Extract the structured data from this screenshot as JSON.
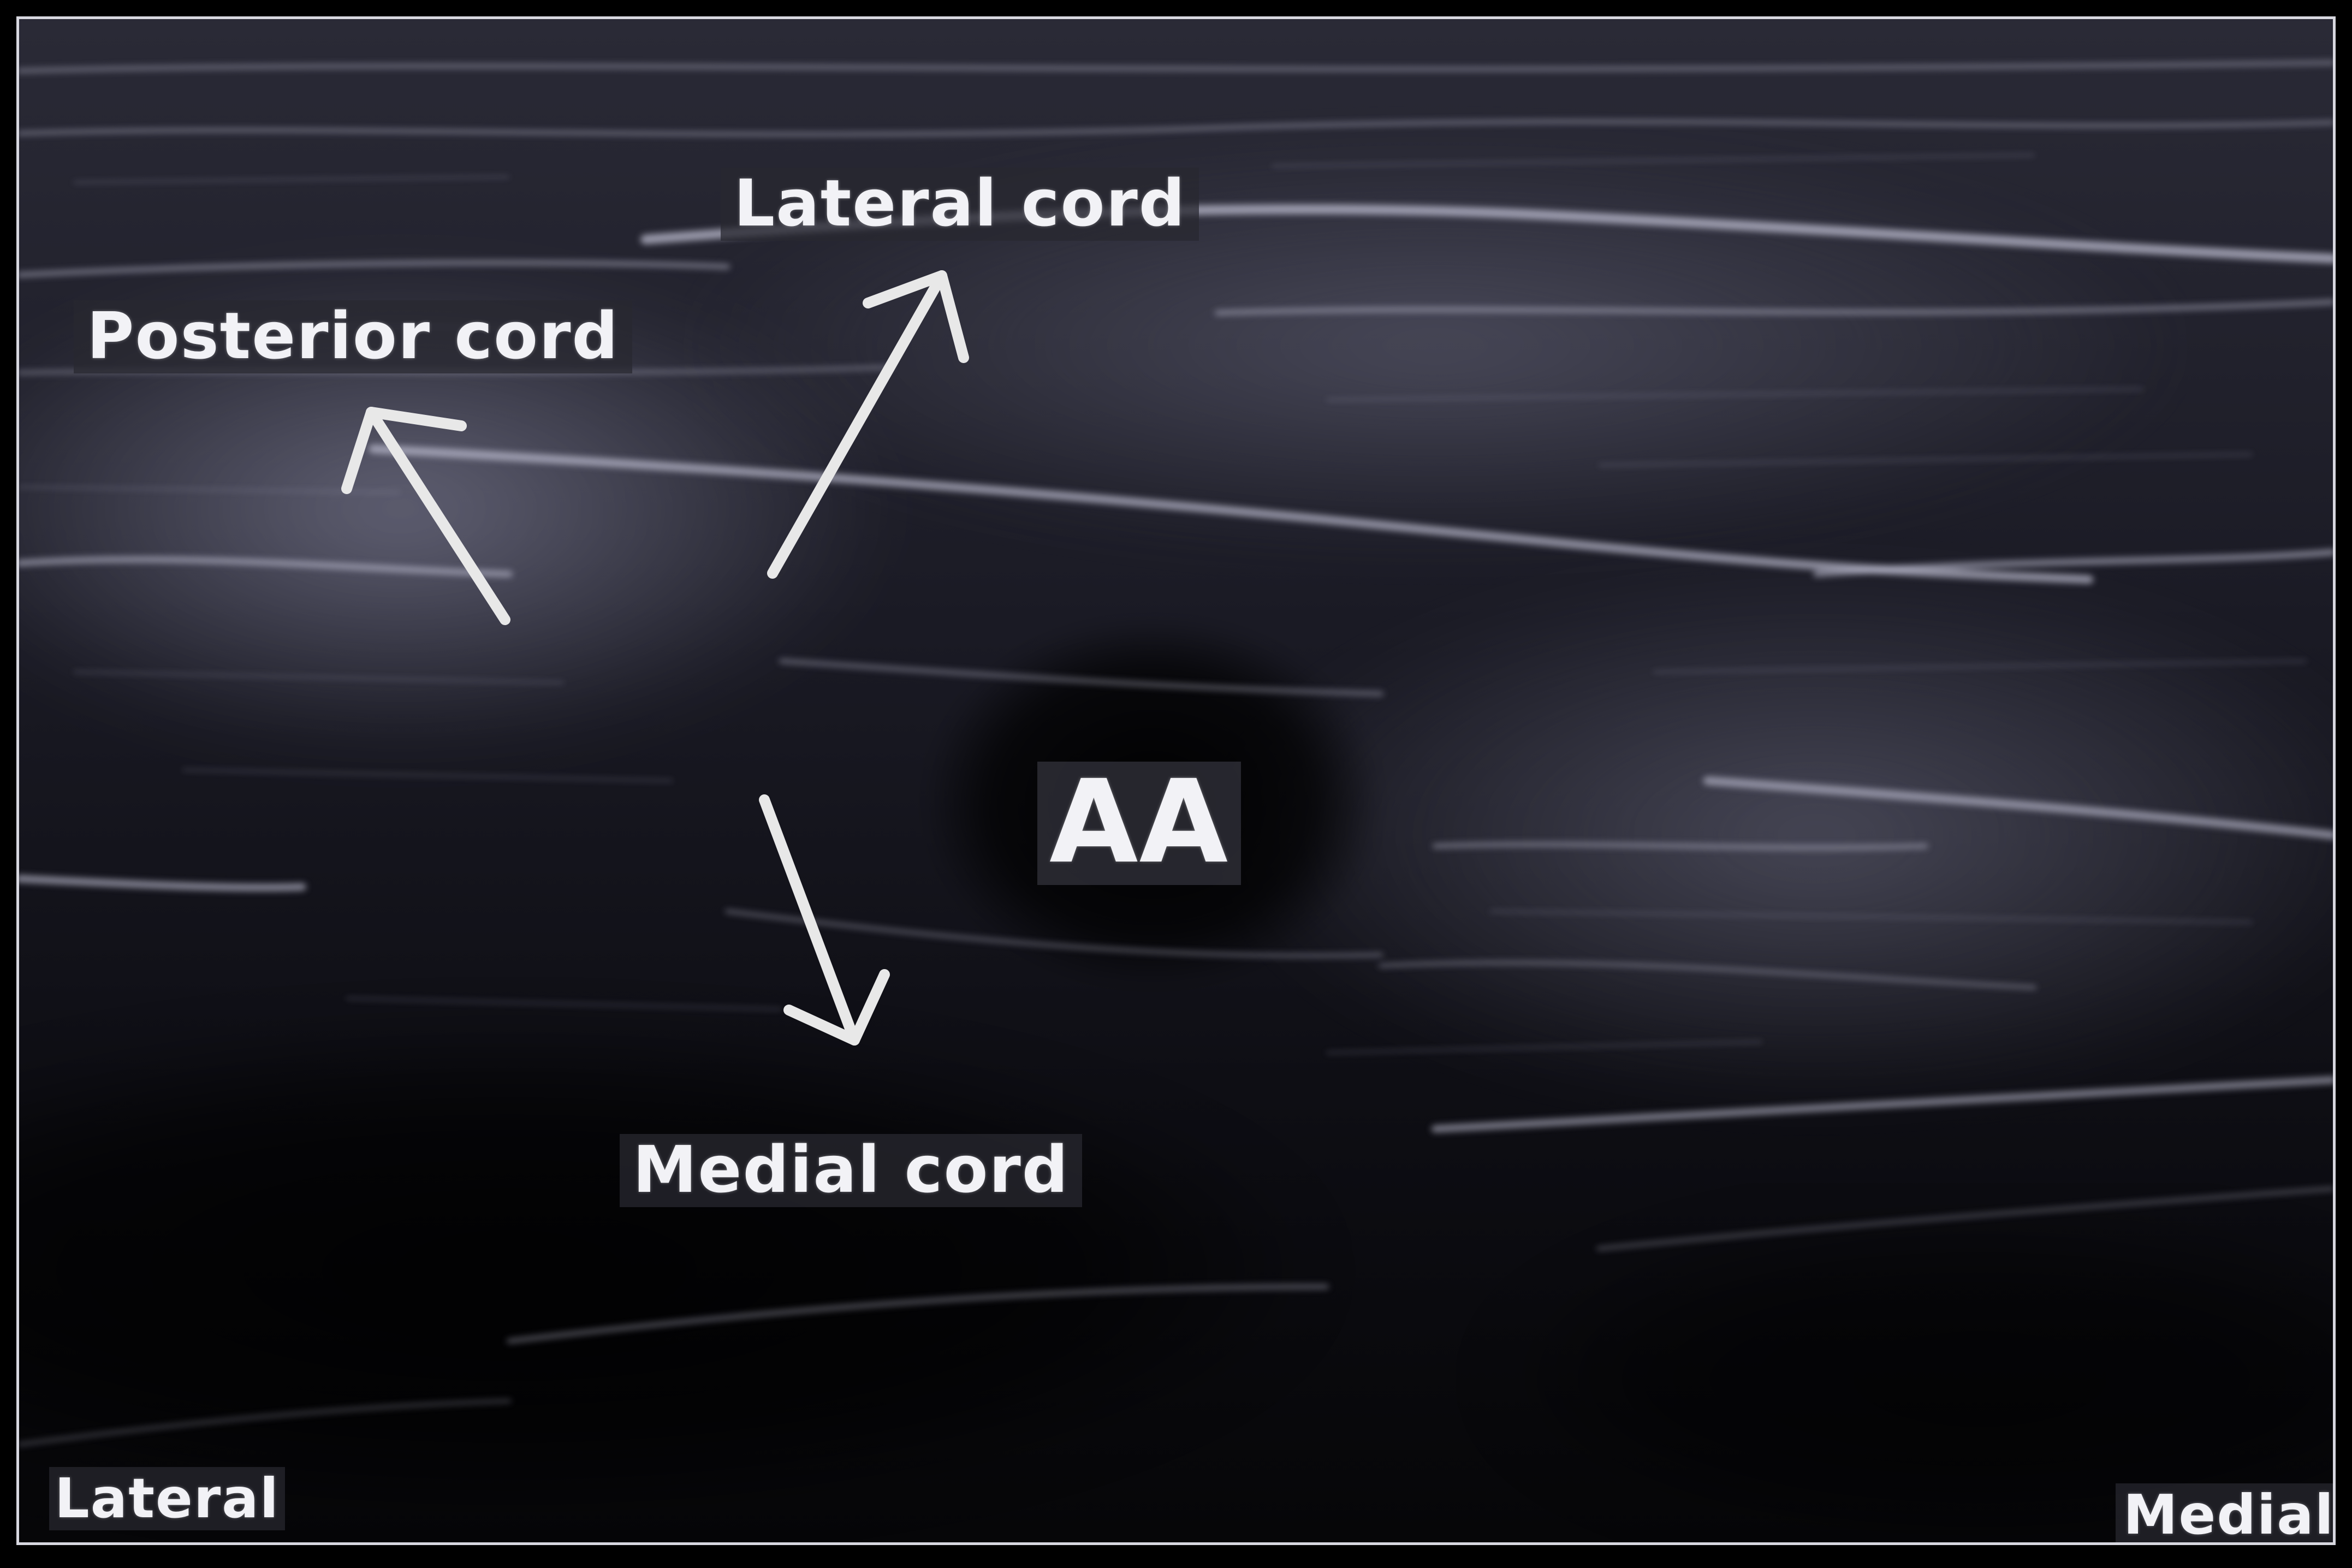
{
  "labels": {
    "lateral_cord": "Lateral cord",
    "posterior_cord": "Posterior cord",
    "medial_cord": "Medial cord",
    "axillary_artery": "AA",
    "orientation_left": "Lateral",
    "orientation_right": "Medial"
  },
  "colors": {
    "background": "#000000",
    "tissue_dark": "#07070b",
    "echo_bright": "#c8c8dc",
    "label_text": "#f2f2f6",
    "arrow": "#e8e8e8"
  },
  "icons": {
    "posterior_arrow": "arrow-up-left-icon",
    "lateral_arrow": "arrow-up-right-icon",
    "medial_arrow": "arrow-down-icon"
  }
}
